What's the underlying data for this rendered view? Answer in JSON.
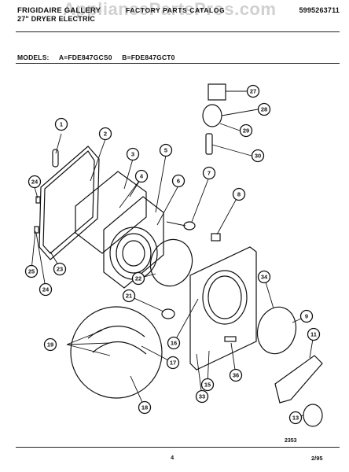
{
  "header": {
    "brand": "FRIGIDAIRE GALLERY",
    "subtitle": "27\" DRYER ELECTRIC",
    "catalog": "FACTORY PARTS CATALOG",
    "part_number": "5995263711",
    "watermark": "AppliancePartsPros.com"
  },
  "models": {
    "label": "MODELS:",
    "a": "A=FDE847GCS0",
    "b": "B=FDE847GCT0"
  },
  "callouts": [
    "1",
    "2",
    "3",
    "4",
    "5",
    "6",
    "7",
    "8",
    "24",
    "25",
    "23",
    "24",
    "22",
    "21",
    "19",
    "17",
    "16",
    "18",
    "15",
    "33",
    "36",
    "34",
    "9",
    "11",
    "13",
    "27",
    "28",
    "29",
    "30"
  ],
  "footer": {
    "figure_number": "2353",
    "page_number": "4",
    "revision_date": "2/95"
  }
}
